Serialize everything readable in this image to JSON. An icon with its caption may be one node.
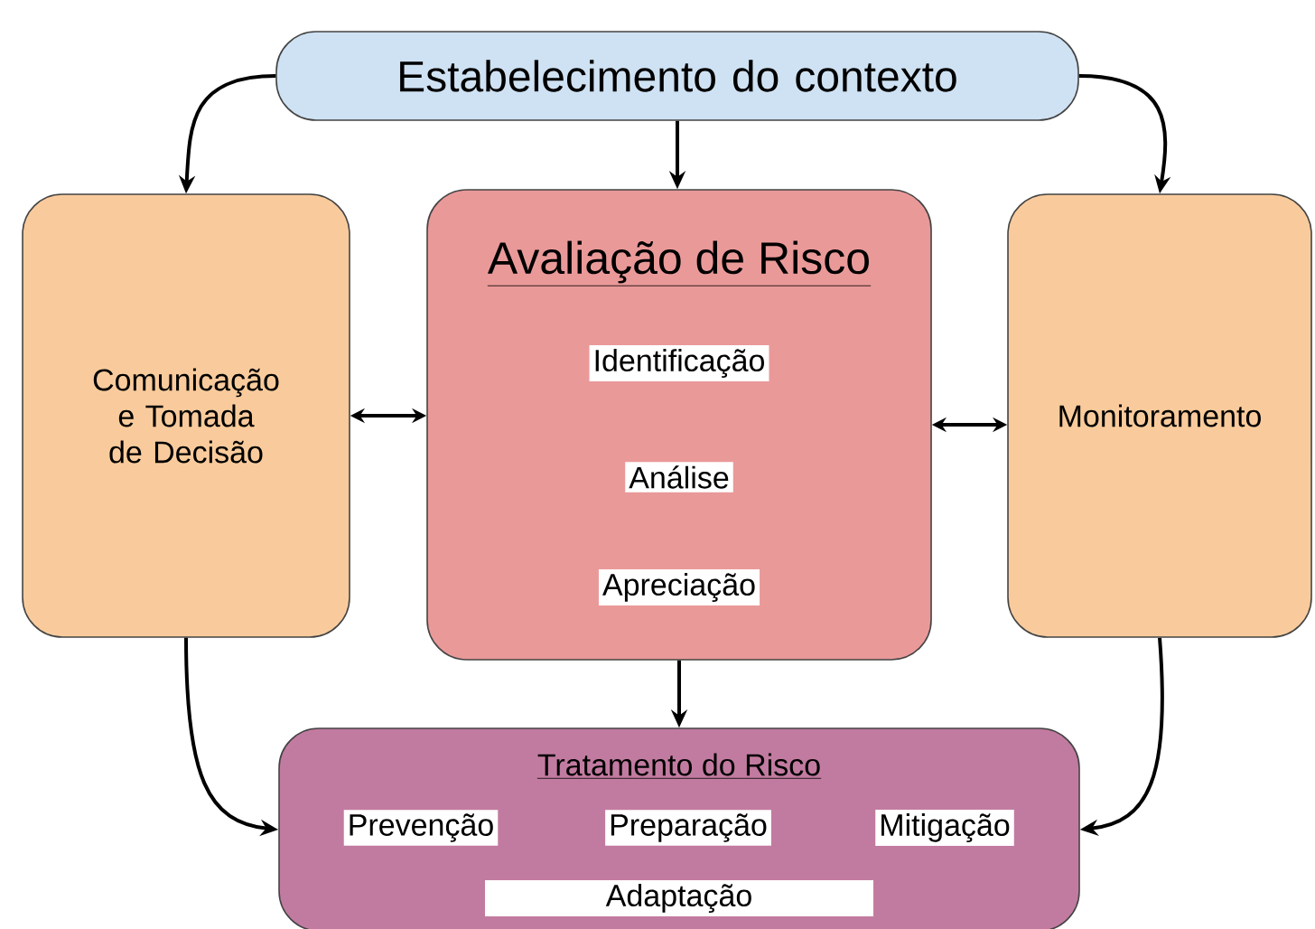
{
  "diagram": {
    "nodes": [
      {
        "text": [
          "Estabelecimento do contexto"
        ]
      },
      {
        "text": [
          "Comunicação e Tomada de Decisão"
        ]
      },
      {
        "text": [
          "Avaliação de Risco"
        ]
      },
      {
        "text": [
          "Identificação"
        ],
        "in": 2
      },
      {
        "text": [
          "Análise"
        ],
        "in": 2
      },
      {
        "text": [
          "Apreciação"
        ],
        "in": 2
      },
      {
        "text": [
          "Monitoramento"
        ]
      },
      {
        "text": [
          "Tratamento do Risco"
        ]
      },
      {
        "text": [
          "Prevenção"
        ],
        "in": 7
      },
      {
        "text": [
          "Preparação"
        ],
        "in": 7
      },
      {
        "text": [
          "Mitigação"
        ],
        "in": 7
      },
      {
        "text": [
          "Adaptação"
        ],
        "in": 7
      }
    ],
    "edges": [
      {
        "from": 0,
        "to": 1,
        "arrow": "to"
      },
      {
        "from": 0,
        "to": 2,
        "arrow": "to"
      },
      {
        "from": 0,
        "to": 6,
        "arrow": "to"
      },
      {
        "from": 1,
        "to": 2,
        "arrow": "both"
      },
      {
        "from": 2,
        "to": 6,
        "arrow": "both"
      },
      {
        "from": 2,
        "to": 7,
        "arrow": "to"
      },
      {
        "from": 1,
        "to": 7,
        "arrow": "to"
      },
      {
        "from": 6,
        "to": 7,
        "arrow": "to"
      }
    ]
  }
}
